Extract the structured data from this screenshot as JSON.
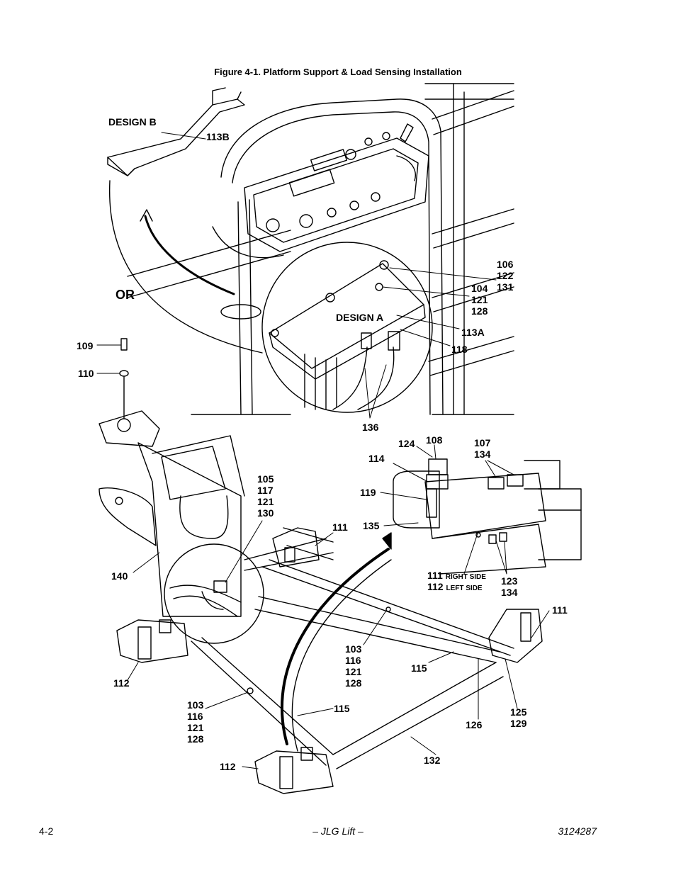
{
  "figure": {
    "title": "Figure 4-1.  Platform Support & Load Sensing Installation"
  },
  "labels": {
    "design_b": "DESIGN B",
    "design_a": "DESIGN A",
    "or": "OR",
    "l113b": "113B",
    "l106": "106\n122\n131",
    "l104": "104\n121\n128",
    "l113a": "113A",
    "l118": "118",
    "l109": "109",
    "l110": "110",
    "l136": "136",
    "l124": "124",
    "l108": "108",
    "l107": "107\n134",
    "l114": "114",
    "l119": "119",
    "l135": "135",
    "l105": "105\n117\n121\n130",
    "l111a": "111",
    "l140": "140",
    "l111_side": "111",
    "l112_side": "112",
    "right_side": "RIGHT SIDE",
    "left_side": "LEFT SIDE",
    "l123": "123\n134",
    "l111b": "111",
    "l103a": "103\n116\n121\n128",
    "l115a": "115",
    "l112a": "112",
    "l103b": "103\n116\n121\n128",
    "l115b": "115",
    "l126": "126",
    "l125": "125\n129",
    "l112b": "112",
    "l132": "132"
  },
  "footer": {
    "page": "4-2",
    "center": "– JLG Lift –",
    "doc": "3124287"
  }
}
